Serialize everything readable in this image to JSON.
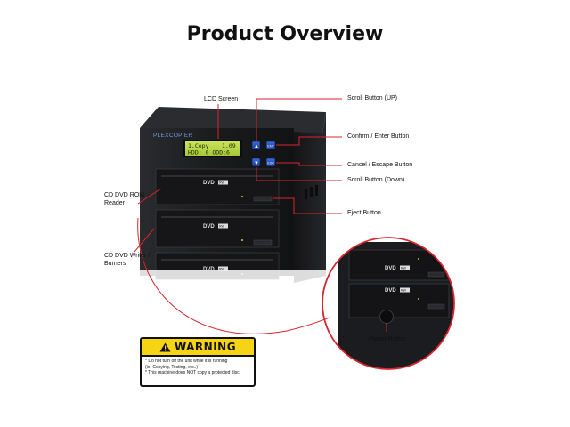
{
  "title": "Product Overview",
  "brand": "PLEXCOPIER",
  "lcd": {
    "line1_left": "1.Copy",
    "line1_right": "1.09",
    "line2": "HDD: 0 ODD:6"
  },
  "buttons": {
    "up": "▲",
    "enter": "ENT",
    "down": "▼",
    "esc": "ESC"
  },
  "drive_badge": "DVD",
  "drive_sub": "RW",
  "callouts": {
    "lcd_screen": "LCD Screen",
    "scroll_up": "Scroll Button (UP)",
    "confirm": "Confirm / Enter Button",
    "cancel": "Cancel / Escape Button",
    "scroll_down": "Scroll Button (Down)",
    "eject": "Eject Button",
    "reader_line1": "CD DVD ROM",
    "reader_line2": "Reader",
    "writer_line1": "CD DVD Writer /",
    "writer_line2": "Burners",
    "power": "Power Button"
  },
  "warning": {
    "title": "WARNING",
    "line1": "* Do not turn off the unit while it is running",
    "line2": "(ie. Copying, Testing, etc..)",
    "line3": "* This machine does NOT copy a protected disc."
  }
}
